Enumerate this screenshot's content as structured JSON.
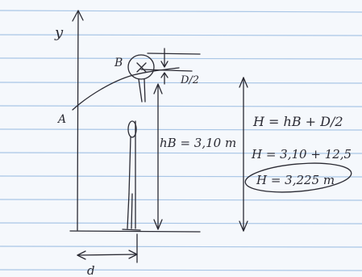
{
  "sketch": {
    "y_axis_label": "y",
    "point_a_label": "A",
    "point_b_label": "B",
    "half_diameter_label": "D/2",
    "hb_label": "hB = 3,10 m",
    "distance_label": "d",
    "equation_1": "H = hB + D/2",
    "equation_2": "H = 3,10 + 12,5",
    "result": "H = 3,225 m"
  },
  "colors": {
    "paper": "#f5f8fc",
    "rule_line": "#a9c6e6",
    "ink": "#2a2a33"
  }
}
